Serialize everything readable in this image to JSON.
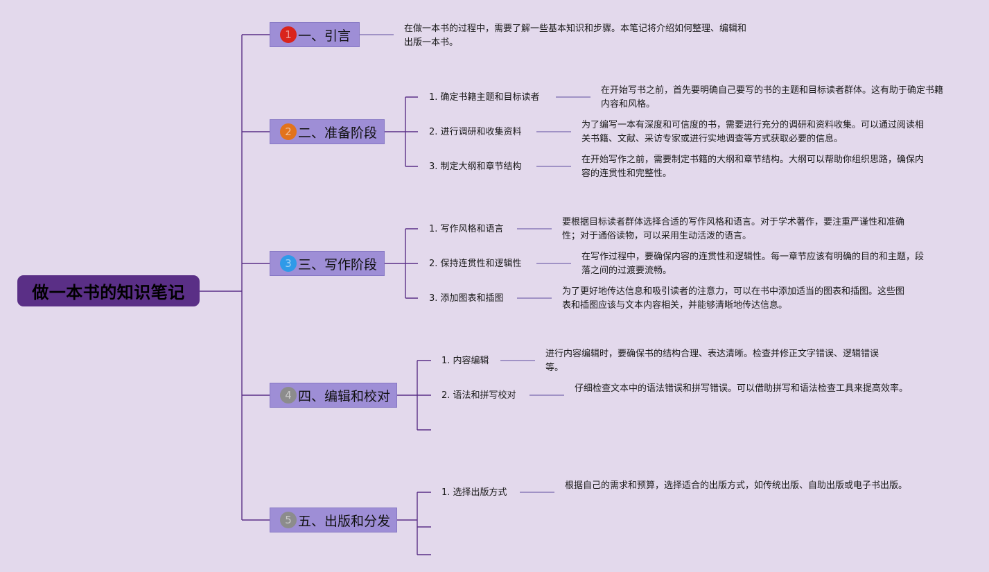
{
  "root": {
    "title": "做一本书的知识笔记"
  },
  "colors": {
    "background": "#e3d9ec",
    "root_fill": "#5a2f86",
    "section_fill": "#9e8ed6",
    "connector": "#5a2f86",
    "leaf_line": "#8a7ab8"
  },
  "sections": [
    {
      "label": "一、引言",
      "badge": "1",
      "badge_color": "#d9241c",
      "desc": "在做一本书的过程中，需要了解一些基本知识和步骤。本笔记将介绍如何整理、编辑和出版一本书。"
    },
    {
      "label": "二、准备阶段",
      "badge": "2",
      "badge_color": "#e2731c",
      "items": [
        {
          "label": "1. 确定书籍主题和目标读者",
          "desc": "在开始写书之前，首先要明确自己要写的书的主题和目标读者群体。这有助于确定书籍内容和风格。"
        },
        {
          "label": "2. 进行调研和收集资料",
          "desc": "为了编写一本有深度和可信度的书，需要进行充分的调研和资料收集。可以通过阅读相关书籍、文献、采访专家或进行实地调查等方式获取必要的信息。"
        },
        {
          "label": "3. 制定大纲和章节结构",
          "desc": "在开始写作之前，需要制定书籍的大纲和章节结构。大纲可以帮助你组织思路，确保内容的连贯性和完整性。"
        }
      ]
    },
    {
      "label": "三、写作阶段",
      "badge": "3",
      "badge_color": "#2f9ae8",
      "items": [
        {
          "label": "1. 写作风格和语言",
          "desc": "要根据目标读者群体选择合适的写作风格和语言。对于学术著作，要注重严谨性和准确性；对于通俗读物，可以采用生动活泼的语言。"
        },
        {
          "label": "2. 保持连贯性和逻辑性",
          "desc": "在写作过程中，要确保内容的连贯性和逻辑性。每一章节应该有明确的目的和主题，段落之间的过渡要流畅。"
        },
        {
          "label": "3. 添加图表和插图",
          "desc": "为了更好地传达信息和吸引读者的注意力，可以在书中添加适当的图表和插图。这些图表和插图应该与文本内容相关，并能够清晰地传达信息。"
        }
      ]
    },
    {
      "label": "四、编辑和校对",
      "badge": "4",
      "badge_color": "#8c8c8c",
      "items": [
        {
          "label": "1. 内容编辑",
          "desc": "进行内容编辑时，要确保书的结构合理、表达清晰。检查并修正文字错误、逻辑错误等。"
        },
        {
          "label": "2. 语法和拼写校对",
          "desc": "仔细检查文本中的语法错误和拼写错误。可以借助拼写和语法检查工具来提高效率。"
        }
      ]
    },
    {
      "label": "五、出版和分发",
      "badge": "5",
      "badge_color": "#8c8c8c",
      "items": [
        {
          "label": "1. 选择出版方式",
          "desc": "根据自己的需求和预算，选择适合的出版方式，如传统出版、自助出版或电子书出版。"
        }
      ]
    }
  ]
}
